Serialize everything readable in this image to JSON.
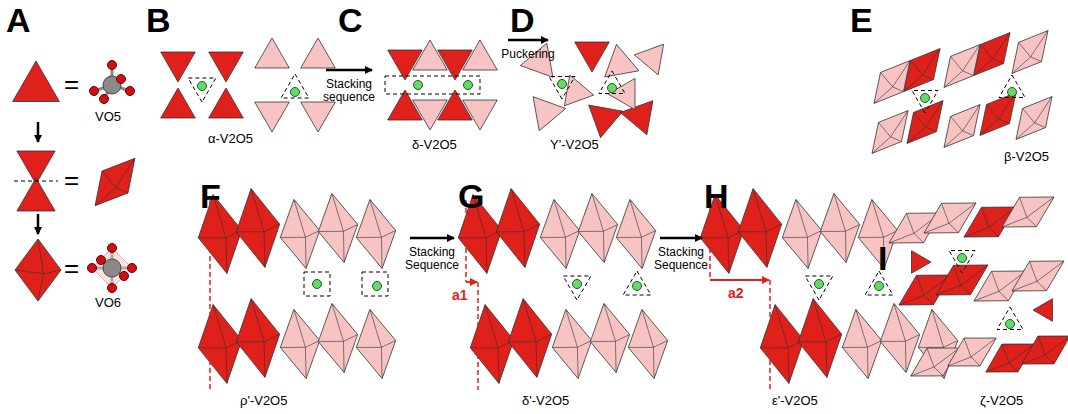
{
  "diagram": {
    "labels": [
      "A",
      "=",
      "VO5",
      "=",
      "=",
      "VO6",
      "B",
      "α-V2O5",
      "C",
      "Stacking sequence",
      "δ-V2O5",
      "D",
      "Puckering",
      "Υ'-V2O5",
      "E",
      "β-V2O5",
      "F",
      "ρ'-V2O5",
      "G",
      "Stacking Sequence",
      "a1",
      "δ'-V2O5",
      "H",
      "Stacking Sequence",
      "a2",
      "ε'-V2O5",
      "I",
      "ζ-V2O5"
    ]
  }
}
